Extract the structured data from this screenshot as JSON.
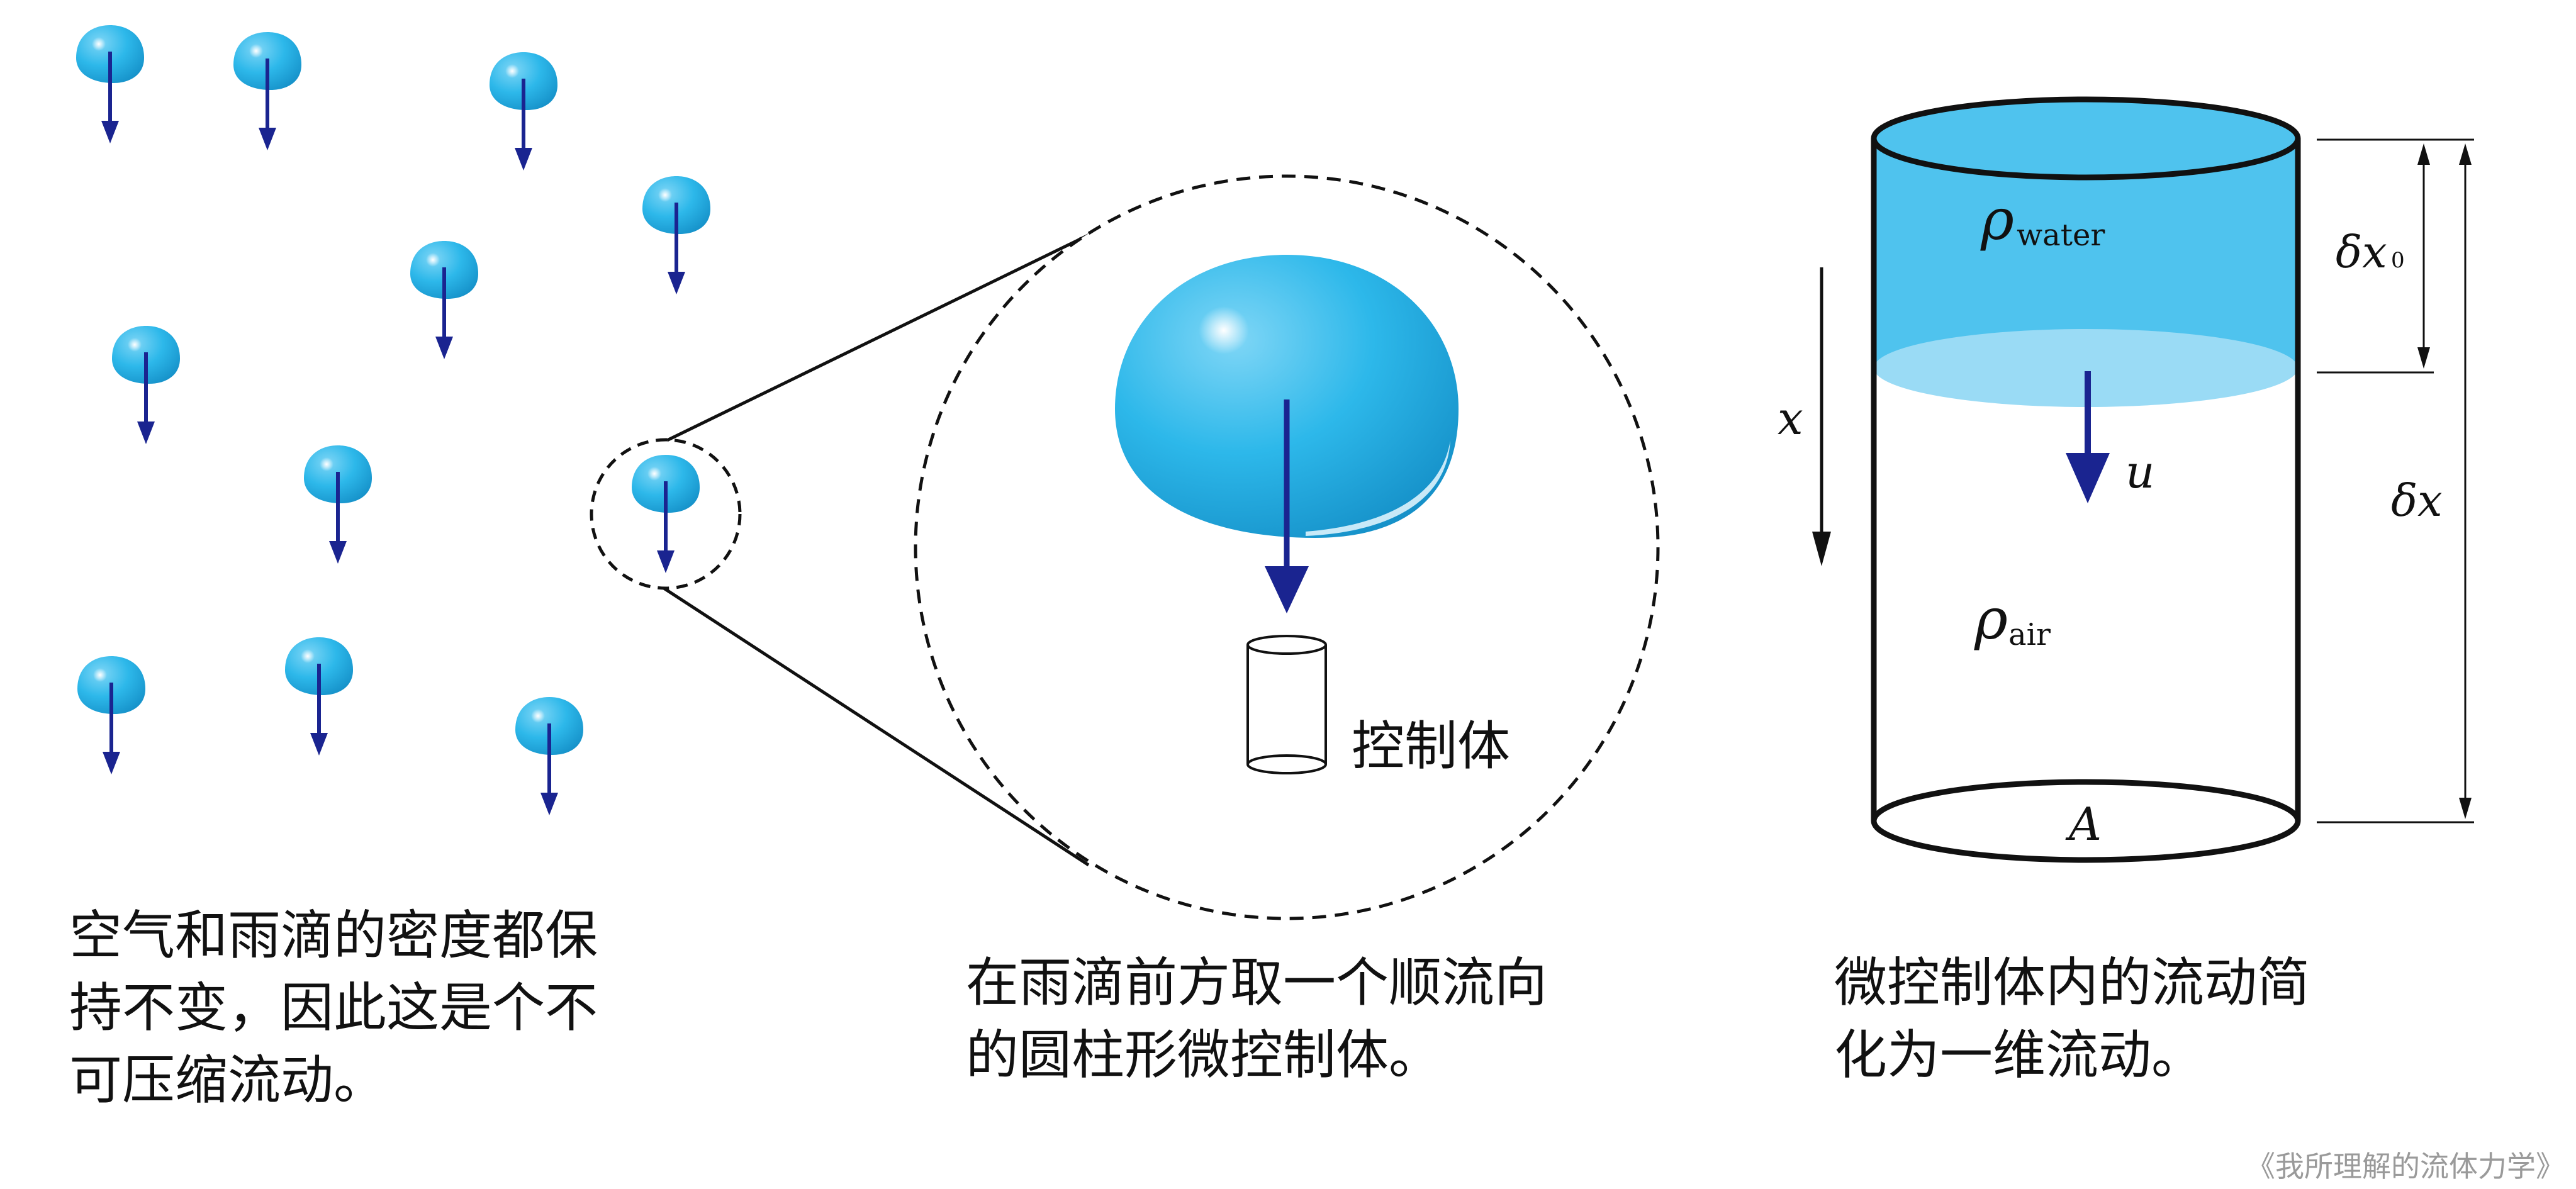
{
  "captions": {
    "incompressible": [
      "空气和雨滴的密度都保",
      "持不变，因此这是个不",
      "可压缩流动。"
    ],
    "control_volume": [
      "在雨滴前方取一个顺流向",
      "的圆柱形微控制体。"
    ],
    "one_dimensional": [
      "微控制体内的流动简",
      "化为一维流动。"
    ]
  },
  "zoom": {
    "label": "控制体"
  },
  "cylinder": {
    "rho_symbol": "ρ",
    "rho_water_sub": "water",
    "rho_air_sub": "air",
    "velocity": "u",
    "area": "A",
    "axis": "x",
    "delta_x0": "δx",
    "delta_x0_sub": "0",
    "delta_x": "δx"
  },
  "watermark": "《我所理解的流体力学》",
  "colors": {
    "water": "#4FC3EE",
    "water_surface": "#9ADBF5",
    "droplet": "#29B3E8",
    "arrow": "#1A2490",
    "outline": "#111111"
  }
}
